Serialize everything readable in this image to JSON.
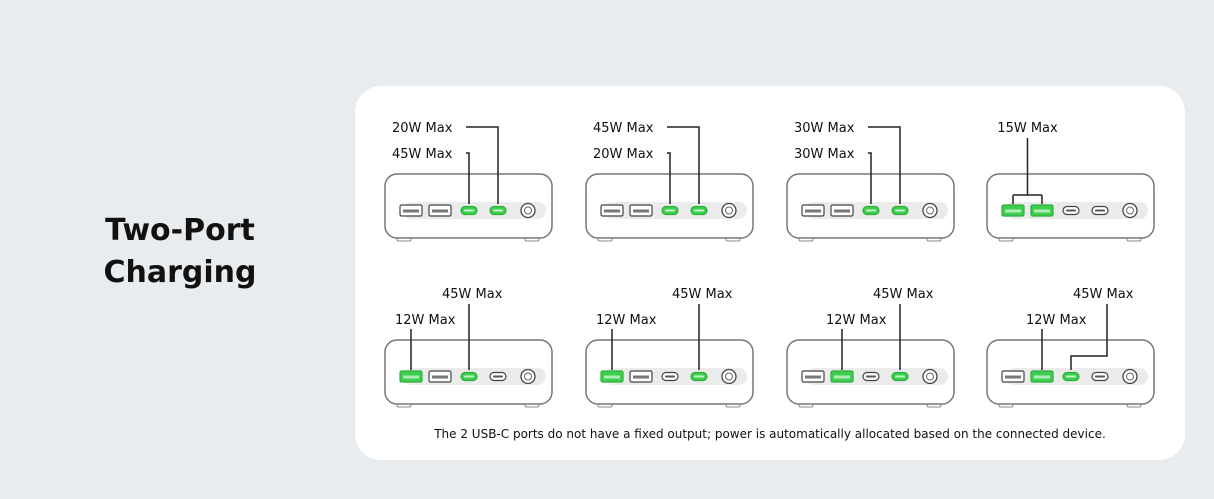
{
  "heading": {
    "line1": "Two-Port",
    "line2": "Charging"
  },
  "colors": {
    "active": "#3ccf4e",
    "active_border": "#2fae3e",
    "inactive": "#ffffff",
    "line": "#222222"
  },
  "configurations": [
    {
      "active": [
        2,
        3
      ],
      "labels": [
        "20W Max",
        "45W Max"
      ]
    },
    {
      "active": [
        2,
        3
      ],
      "labels": [
        "45W Max",
        "20W Max"
      ]
    },
    {
      "active": [
        2,
        3
      ],
      "labels": [
        "30W Max",
        "30W Max"
      ]
    },
    {
      "active": [
        0,
        1
      ],
      "labels": [
        "15W Max"
      ]
    },
    {
      "active": [
        0,
        2
      ],
      "labels": [
        "12W Max",
        "45W Max"
      ]
    },
    {
      "active": [
        0,
        3
      ],
      "labels": [
        "12W Max",
        "45W Max"
      ]
    },
    {
      "active": [
        1,
        3
      ],
      "labels": [
        "12W Max",
        "45W Max"
      ]
    },
    {
      "active": [
        1,
        2
      ],
      "labels": [
        "12W Max",
        "45W Max"
      ]
    }
  ],
  "footnote": "The 2 USB-C ports do not have a fixed output; power is automatically allocated based on the connected device."
}
